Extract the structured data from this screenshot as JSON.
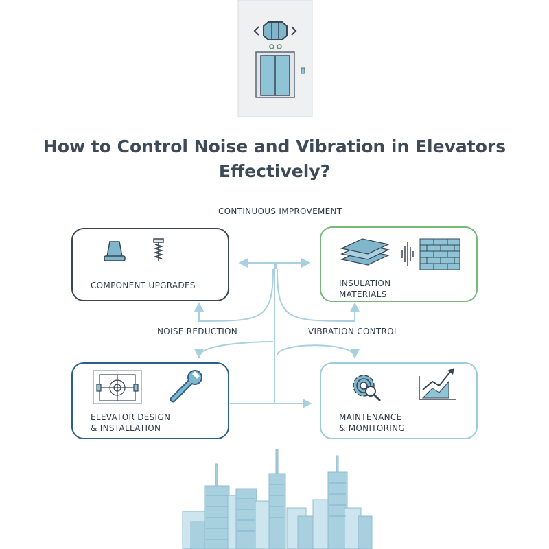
{
  "title_line1": "How to Control Noise and Vibration in Elevators",
  "title_line2": "Effectively?",
  "labels": {
    "continuous_improvement": "CONTINUOUS IMPROVEMENT",
    "noise_reduction": "NOISE REDUCTION",
    "vibration_control": "VIBRATION CONTROL"
  },
  "boxes": {
    "component_upgrades": {
      "title": "COMPONENT UPGRADES",
      "border": "#3a4654"
    },
    "insulation_materials": {
      "title": "INSULATION\nMATERIALS",
      "border": "#78b77a"
    },
    "elevator_design": {
      "title": "ELEVATOR DESIGN\n& INSTALLATION",
      "border": "#2e5e8a"
    },
    "maintenance_monitoring": {
      "title": "MAINTENANCE\n& MONITORING",
      "border": "#9bcbdc"
    }
  },
  "colors": {
    "accent_blue": "#6fa6bf",
    "arrow": "#a9d0de",
    "title": "#3d4a57",
    "city": "#a9d0de"
  }
}
